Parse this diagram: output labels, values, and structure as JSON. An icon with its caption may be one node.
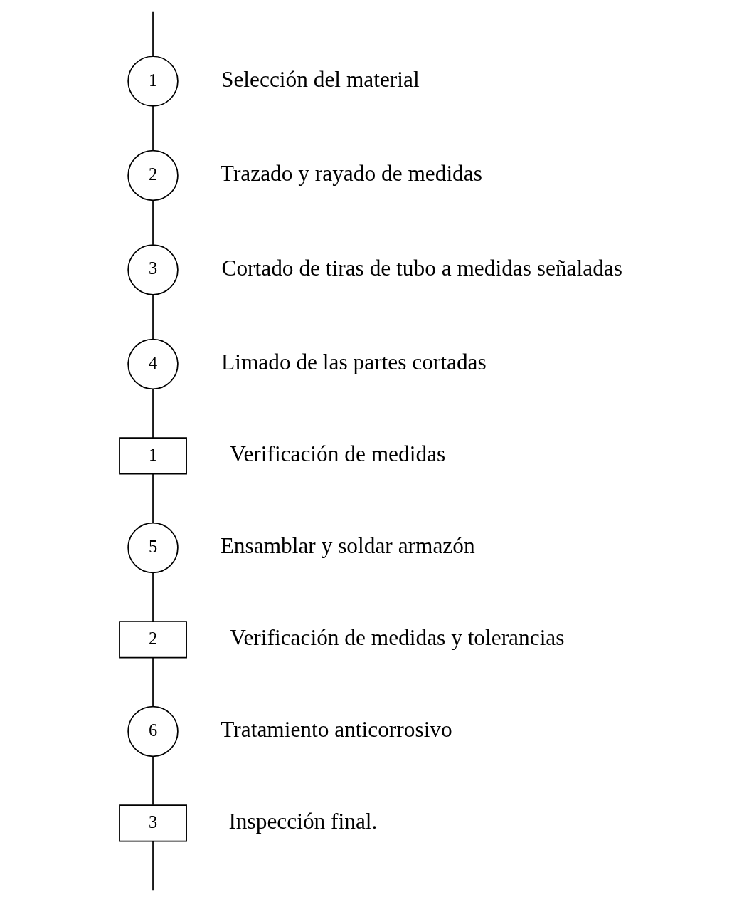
{
  "diagram": {
    "nodes": [
      {
        "text": [
          "1"
        ],
        "beside": [
          "Selección del material"
        ]
      },
      {
        "text": [
          "2"
        ],
        "beside": [
          "Trazado y rayado de medidas"
        ]
      },
      {
        "text": [
          "3"
        ],
        "beside": [
          "Cortado de tiras de tubo a medidas señaladas"
        ]
      },
      {
        "text": [
          "4"
        ],
        "beside": [
          "Limado de las partes cortadas"
        ]
      },
      {
        "text": [
          "1"
        ],
        "beside": [
          "Verificación de medidas"
        ]
      },
      {
        "text": [
          "5"
        ],
        "beside": [
          "Ensamblar y soldar armazón"
        ]
      },
      {
        "text": [
          "2"
        ],
        "beside": [
          "Verificación de medidas y tolerancias"
        ]
      },
      {
        "text": [
          "6"
        ],
        "beside": [
          "Tratamiento anticorrosivo"
        ]
      },
      {
        "text": [
          "3"
        ],
        "beside": [
          "Inspección final."
        ]
      }
    ],
    "edges": [
      {
        "from": null,
        "to": 0,
        "arrow": "none"
      },
      {
        "from": 0,
        "to": 1,
        "arrow": "none"
      },
      {
        "from": 1,
        "to": 2,
        "arrow": "none"
      },
      {
        "from": 2,
        "to": 3,
        "arrow": "none"
      },
      {
        "from": 3,
        "to": 4,
        "arrow": "none"
      },
      {
        "from": 4,
        "to": 5,
        "arrow": "none"
      },
      {
        "from": 5,
        "to": 6,
        "arrow": "none"
      },
      {
        "from": 6,
        "to": 7,
        "arrow": "none"
      },
      {
        "from": 7,
        "to": 8,
        "arrow": "none"
      },
      {
        "from": 8,
        "to": null,
        "arrow": "none"
      }
    ]
  }
}
